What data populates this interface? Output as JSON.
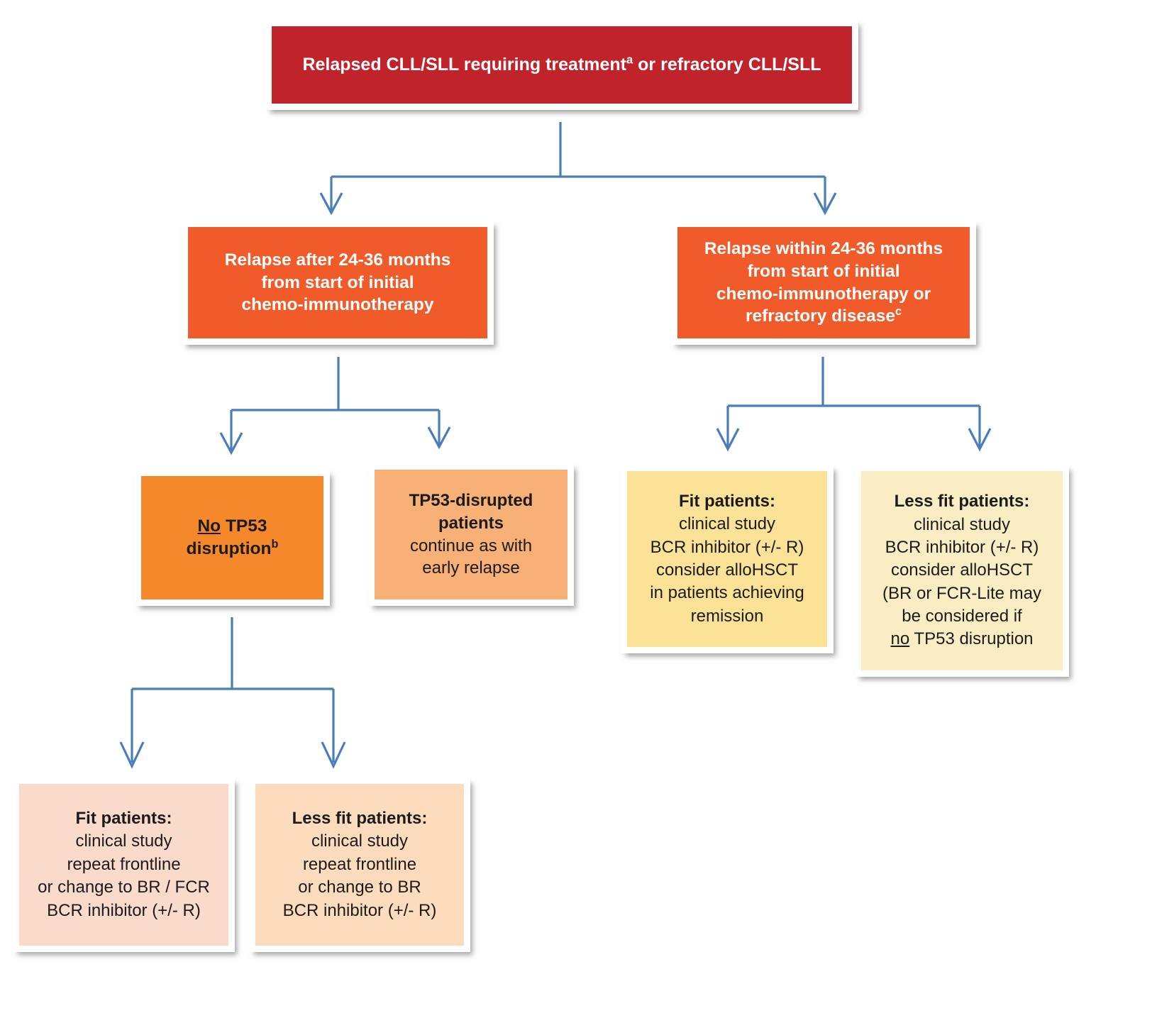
{
  "diagram": {
    "title": "Relapsed/refractory CLL-SLL treatment algorithm",
    "accent_colors": {
      "root_red": "#c1232b",
      "branch_orange": "#f15a29",
      "no_tp53_amber": "#f5882b",
      "tp53_peach": "#f7b075",
      "fit_early_gold": "#fbe296",
      "lessfit_early_cream": "#fbedc3",
      "fit_late_pink": "#fadacb",
      "lessfit_late_apricot": "#fcdcbd",
      "connector_blue": "#4a7ebb"
    }
  },
  "nodes": {
    "root": {
      "lines": [
        {
          "text": "Relapsed CLL/SLL requiring treatment",
          "sup": "a",
          "tail": " or refractory CLL/SLL",
          "bold": true
        }
      ]
    },
    "late_relapse": {
      "lines": [
        {
          "text": "Relapse after 24-36 months",
          "bold": true
        },
        {
          "text": "from start of initial",
          "bold": true
        },
        {
          "text": "chemo-immunotherapy",
          "bold": true
        }
      ]
    },
    "early_relapse": {
      "lines": [
        {
          "text": "Relapse within 24-36 months",
          "bold": true
        },
        {
          "text": "from start of initial",
          "bold": true
        },
        {
          "text": "chemo-immunotherapy or",
          "bold": true
        },
        {
          "text": "refractory disease",
          "sup": "c",
          "bold": true
        }
      ]
    },
    "no_tp53": {
      "lines": [
        {
          "underlined": "No",
          "text": " TP53",
          "bold": true
        },
        {
          "text": "disruption",
          "sup": "b",
          "bold": true
        }
      ]
    },
    "tp53_disrupted": {
      "lines": [
        {
          "text": "TP53-disrupted",
          "bold": true
        },
        {
          "text": "patients",
          "bold": true
        },
        {
          "text": "continue as with",
          "bold": false
        },
        {
          "text": "early relapse",
          "bold": false
        }
      ]
    },
    "fit_early": {
      "lines": [
        {
          "text": "Fit patients:",
          "bold": true
        },
        {
          "text": "clinical study",
          "bold": false
        },
        {
          "text": "BCR inhibitor (+/- R)",
          "bold": false
        },
        {
          "text": "consider alloHSCT",
          "bold": false
        },
        {
          "text": "in patients achieving",
          "bold": false
        },
        {
          "text": "remission",
          "bold": false
        }
      ]
    },
    "less_fit_early": {
      "lines": [
        {
          "text": "Less fit patients:",
          "bold": true
        },
        {
          "text": "clinical study",
          "bold": false
        },
        {
          "text": "BCR inhibitor (+/- R)",
          "bold": false
        },
        {
          "text": "consider alloHSCT",
          "bold": false
        },
        {
          "text": "(BR or FCR-Lite may",
          "bold": false
        },
        {
          "text": "be considered if",
          "bold": false
        },
        {
          "underlined": "no",
          "text": " TP53 disruption",
          "bold": false
        }
      ]
    },
    "fit_late": {
      "lines": [
        {
          "text": "Fit patients:",
          "bold": true
        },
        {
          "text": "clinical study",
          "bold": false
        },
        {
          "text": "repeat frontline",
          "bold": false
        },
        {
          "text": "or change to BR / FCR",
          "bold": false
        },
        {
          "text": "BCR inhibitor (+/- R)",
          "bold": false
        }
      ]
    },
    "less_fit_late": {
      "lines": [
        {
          "text": "Less fit patients:",
          "bold": true
        },
        {
          "text": "clinical study",
          "bold": false
        },
        {
          "text": "repeat frontline",
          "bold": false
        },
        {
          "text": "or change to BR",
          "bold": false
        },
        {
          "text": "BCR inhibitor (+/- R)",
          "bold": false
        }
      ]
    }
  },
  "connectors": [
    {
      "from": "root",
      "to": "late_relapse"
    },
    {
      "from": "root",
      "to": "early_relapse"
    },
    {
      "from": "late_relapse",
      "to": "no_tp53"
    },
    {
      "from": "late_relapse",
      "to": "tp53_disrupted"
    },
    {
      "from": "early_relapse",
      "to": "fit_early"
    },
    {
      "from": "early_relapse",
      "to": "less_fit_early"
    },
    {
      "from": "no_tp53",
      "to": "fit_late"
    },
    {
      "from": "no_tp53",
      "to": "less_fit_late"
    }
  ]
}
